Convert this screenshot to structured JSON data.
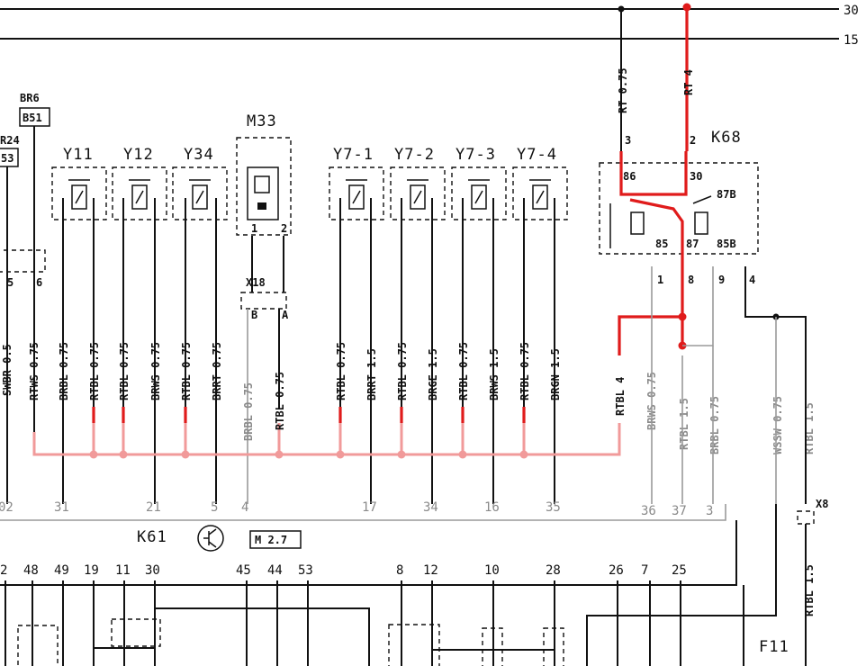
{
  "rails": {
    "r30": "30",
    "r15": "15"
  },
  "left": {
    "br6": "BR6",
    "b51": "B51",
    "r24": "R24",
    "n53": "53",
    "pin5": "5",
    "pin6": "6"
  },
  "components": {
    "y11": "Y11",
    "y12": "Y12",
    "y34": "Y34",
    "m33": "M33",
    "y71": "Y7-1",
    "y72": "Y7-2",
    "y73": "Y7-3",
    "y74": "Y7-4",
    "k68": "K68",
    "x18": "X18",
    "k61": "K61",
    "m27": "M 2.7",
    "f11": "F11",
    "x8": "X8"
  },
  "m33_pins": {
    "p1": "1",
    "p2": "2",
    "pB": "B",
    "pA": "A"
  },
  "k68_pins": {
    "p3": "3",
    "p2": "2",
    "p86": "86",
    "p30": "30",
    "p87b": "87B",
    "p85": "85",
    "p87": "87",
    "p85b": "85B",
    "p1": "1",
    "p8": "8",
    "p9": "9",
    "p4": "4"
  },
  "wires": {
    "rt075": "RT 0.75",
    "rt4": "RT 4",
    "swbr": "SWBR 0.5",
    "rtws": "RTWS 0.75",
    "w1": "BRBL 0.75",
    "w2": "RTBL 0.75",
    "w3": "RTBL 0.75",
    "w4": "BRWS 0.75",
    "w5": "RTBL 0.75",
    "w6": "BRRT 0.75",
    "w7": "BRBL 0.75",
    "w8": "RTBL 0.75",
    "w9": "RTBL 0.75",
    "w10": "BRRT 1.5",
    "w11": "RTBL 0.75",
    "w12": "BRGE 1.5",
    "w13": "RTBL 0.75",
    "w14": "BRWS 1.5",
    "w15": "RTBL 0.75",
    "w16": "BRGN 1.5",
    "w17": "RTBL 4",
    "w18": "BRWS 0.75",
    "w19": "RTBL 1.5",
    "w20": "BRBL 0.75",
    "w21": "WSSW 0.75",
    "w22": "RTBL 1.5",
    "w23": "RTBL 1.5"
  },
  "connector_pins": {
    "c02": "02",
    "c31": "31",
    "c21": "21",
    "c5": "5",
    "c4": "4",
    "c17": "17",
    "c34": "34",
    "c16": "16",
    "c35": "35",
    "c36": "36",
    "c37": "37",
    "c3": "3"
  },
  "bottom_pins": {
    "b2": "2",
    "b48": "48",
    "b49": "49",
    "b19": "19",
    "b11": "11",
    "b30": "30",
    "b45": "45",
    "b44": "44",
    "b53": "53",
    "b8": "8",
    "b12": "12",
    "b10": "10",
    "b28": "28",
    "b26": "26",
    "b7": "7",
    "b25": "25"
  },
  "colors": {
    "hot": "#e01b1b",
    "hot_light": "#f19a9a",
    "line": "#111111",
    "faded": "#9a9a9a"
  }
}
